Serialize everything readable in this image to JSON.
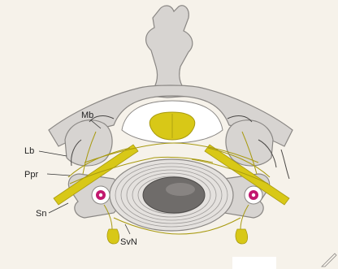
{
  "labels": {
    "mb": "Mb",
    "lb": "Lb",
    "ppr": "Ppr",
    "sn": "Sn",
    "svn": "SvN"
  },
  "colors": {
    "background": "#f6f2ea",
    "bone": "#d7d4d1",
    "bone_outline": "#8a8784",
    "nerve": "#d8c817",
    "nerve_dark": "#a89a10",
    "artery": "#c2186e",
    "disc_ring": "#9d9a98",
    "nucleus": "#6f6c6a"
  }
}
